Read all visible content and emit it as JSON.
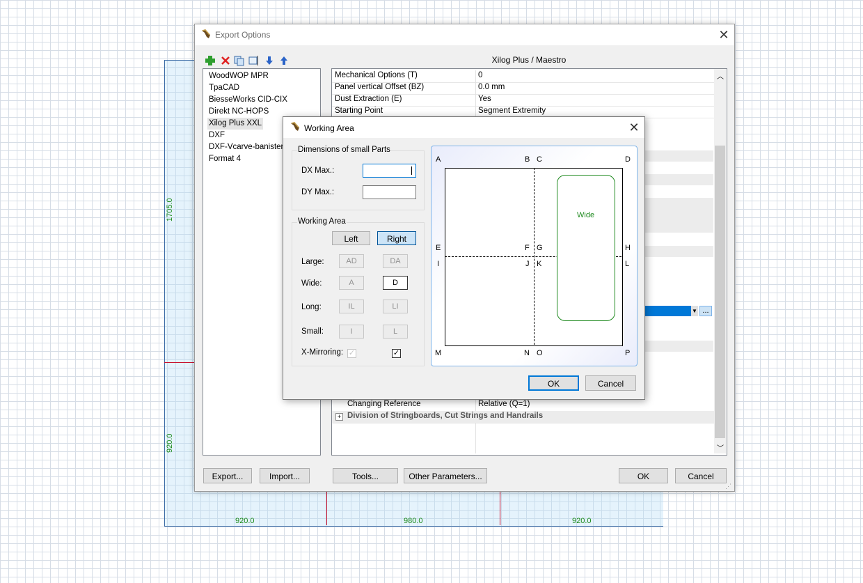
{
  "background": {
    "dims": {
      "left_height": "1705.0",
      "bottom_left_height": "920.0",
      "bottom1": "920.0",
      "bottom2": "980.0",
      "bottom3": "920.0"
    }
  },
  "export_window": {
    "title": "Export Options",
    "toolbar_icons": [
      "add-icon",
      "delete-icon",
      "copy-icon",
      "rename-icon",
      "move-down-icon",
      "move-up-icon"
    ],
    "formats": [
      "WoodWOP MPR",
      "TpaCAD",
      "BiesseWorks CID-CIX",
      "Direkt NC-HOPS",
      "Xilog Plus XXL",
      "DXF",
      "DXF-Vcarve-banisters",
      "Format 4"
    ],
    "selected_format": "Xilog Plus XXL",
    "panel_title": "Xilog Plus / Maestro",
    "properties": [
      {
        "name": "Mechanical Options (T)",
        "value": "0"
      },
      {
        "name": "Panel vertical Offset (BZ)",
        "value": "0.0 mm"
      },
      {
        "name": "Dust Extraction (E)",
        "value": "Yes"
      },
      {
        "name": "Starting Point",
        "value": "Segment Extremity"
      }
    ],
    "changing_reference": {
      "name": "Changing Reference",
      "value": "Relative (Q=1)"
    },
    "division_group": "Division of Stringboards, Cut Strings and Handrails",
    "buttons": {
      "export": "Export...",
      "import": "Import...",
      "tools": "Tools...",
      "other": "Other Parameters...",
      "ok": "OK",
      "cancel": "Cancel"
    },
    "ellipsis": "..."
  },
  "working_area_dialog": {
    "title": "Working Area",
    "dims_group": "Dimensions of small Parts",
    "dx_label": "DX Max.:",
    "dy_label": "DY Max.:",
    "dx_value": "",
    "dy_value": "",
    "wa_group": "Working Area",
    "left_button": "Left",
    "right_button": "Right",
    "rows": [
      {
        "label": "Large:",
        "left": "AD",
        "right": "DA"
      },
      {
        "label": "Wide:",
        "left": "A",
        "right": "D"
      },
      {
        "label": "Long:",
        "left": "IL",
        "right": "LI"
      },
      {
        "label": "Small:",
        "left": "I",
        "right": "L"
      }
    ],
    "mirroring_label": "X-Mirroring:",
    "diagram": {
      "corners": {
        "A": "A",
        "B": "B",
        "C": "C",
        "D": "D",
        "E": "E",
        "F": "F",
        "G": "G",
        "H": "H",
        "I": "I",
        "J": "J",
        "K": "K",
        "L": "L",
        "M": "M",
        "N": "N",
        "O": "O",
        "P": "P"
      },
      "zone_label": "Wide"
    },
    "ok": "OK",
    "cancel": "Cancel"
  }
}
